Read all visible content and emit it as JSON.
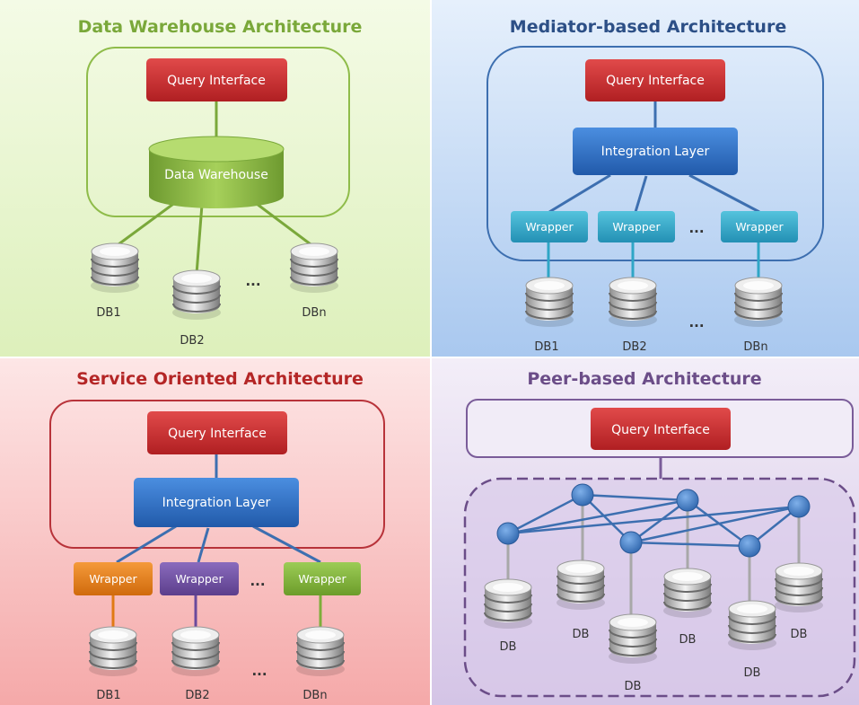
{
  "panels": {
    "data_warehouse": {
      "title": "Data Warehouse Architecture",
      "query_interface": "Query Interface",
      "warehouse": "Data Warehouse",
      "db1": "DB1",
      "db2": "DB2",
      "dbn": "DBn",
      "ellipsis": "..."
    },
    "mediator": {
      "title": "Mediator-based Architecture",
      "query_interface": "Query Interface",
      "integration_layer": "Integration Layer",
      "wrapper": "Wrapper",
      "db1": "DB1",
      "db2": "DB2",
      "dbn": "DBn",
      "ellipsis": "..."
    },
    "soa": {
      "title": "Service Oriented Architecture",
      "query_interface": "Query Interface",
      "integration_layer": "Integration Layer",
      "wrapper": "Wrapper",
      "db1": "DB1",
      "db2": "DB2",
      "dbn": "DBn",
      "ellipsis": "..."
    },
    "peer": {
      "title": "Peer-based Architecture",
      "query_interface": "Query Interface",
      "db": "DB"
    }
  },
  "colors": {
    "green_bg": "#ecf7d6",
    "blue_bg": "#c9dcf6",
    "red_bg": "#f9c9c9",
    "purple_bg": "#e6dcf0",
    "query_red": "#c0262a",
    "integration_blue": "#2b6bbf",
    "wrapper_teal": "#2fa6c6",
    "wrapper_orange": "#e07a14",
    "wrapper_purple": "#6a4a9c",
    "wrapper_green": "#7eae3a",
    "warehouse_green": "#7aa83a",
    "title_green": "#7aa83a",
    "title_blue": "#2c4f86",
    "title_red": "#b42626",
    "title_purple": "#6b4d88",
    "peer_node": "#4a7fc1"
  }
}
